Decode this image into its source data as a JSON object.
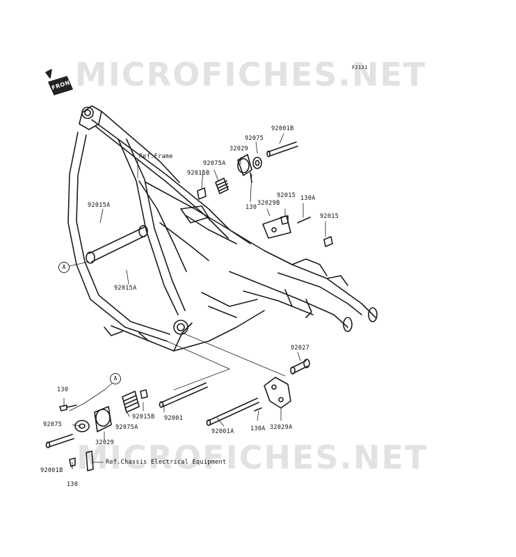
{
  "watermark": {
    "text": "MICROFICHES.NET"
  },
  "figure_id": "F2131",
  "front_tag": "FRONT",
  "refs": {
    "frame": "Ref.Frame",
    "chassis": "Ref.Chassis Electrical Equipment"
  },
  "callouts": {
    "a": "A"
  },
  "parts": {
    "p92001B_top": "92001B",
    "p92075_top": "92075",
    "p32029_top": "32029",
    "p92075A_top": "92075A",
    "p92015B_top": "92015B",
    "p130_top": "130",
    "p32029B": "32029B",
    "p92015_mid": "92015",
    "p130A_top": "130A",
    "p92015_right": "92015",
    "p92015A_left": "92015A",
    "p92015A_low": "92015A",
    "p92027": "92027",
    "p130_bl": "130",
    "p92075_bl": "92075",
    "p32029_bl": "32029",
    "p92075A_bl": "92075A",
    "p92015B_bl": "92015B",
    "p92001": "92001",
    "p92001A": "92001A",
    "p130A_bl": "130A",
    "p32029A": "32029A",
    "p92001B_bl": "92001B",
    "p130_bottom": "130"
  }
}
